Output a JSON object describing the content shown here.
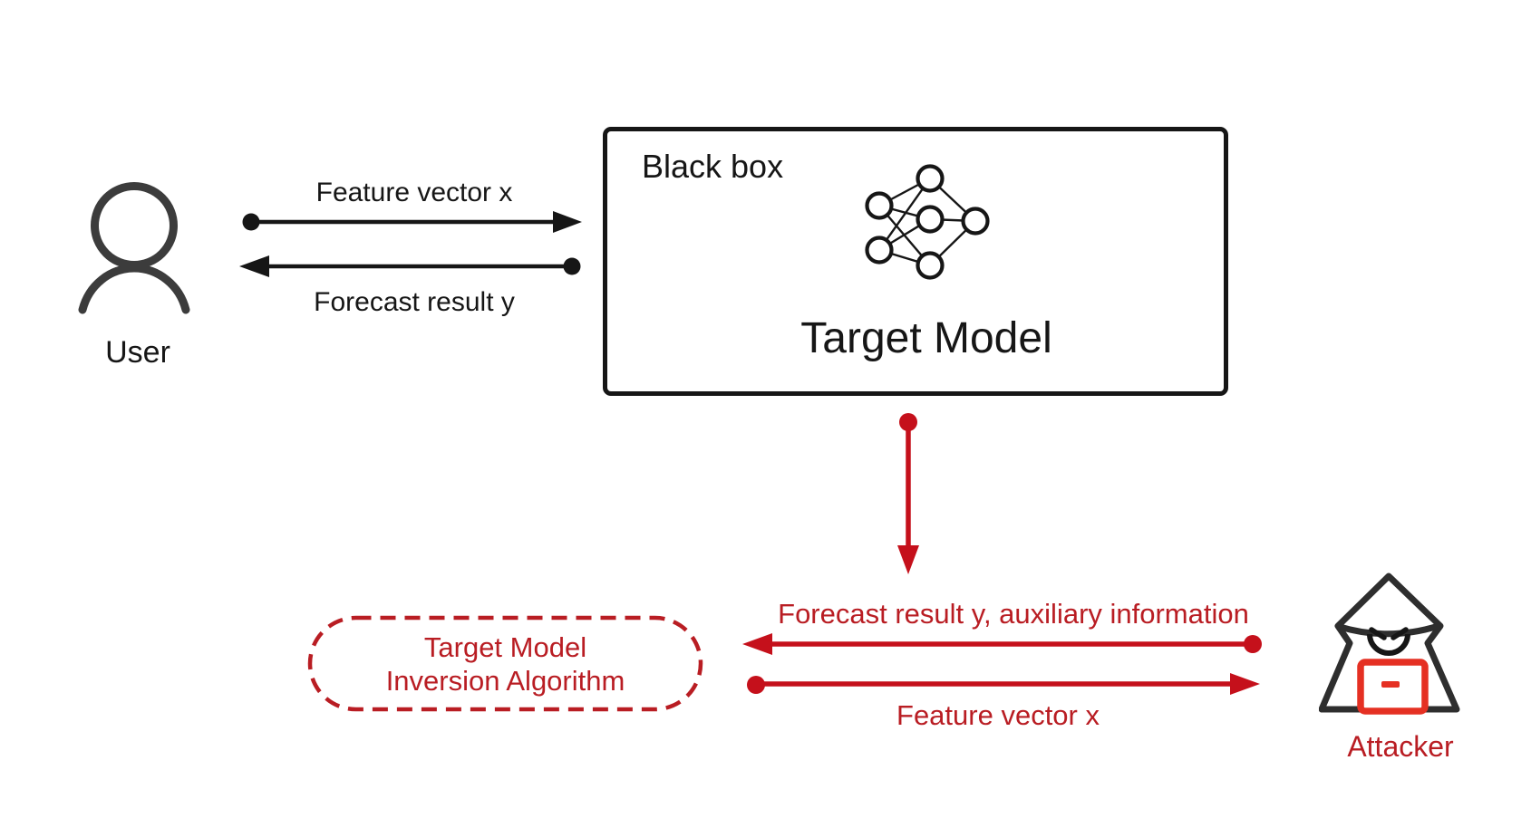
{
  "colors": {
    "ink": "#161616",
    "icon-stroke": "#3c3c3c",
    "attacker-stroke": "#2e2e2e",
    "red-text": "#b91d23",
    "red-arrow": "#c5101b",
    "red-laptop": "#e53023"
  },
  "user": {
    "label": "User",
    "icon": "user-icon"
  },
  "user_exchange": {
    "request_label": "Feature vector x",
    "response_label": "Forecast result y"
  },
  "black_box": {
    "tag": "Black box",
    "title": "Target Model",
    "icon": "neural-network-icon"
  },
  "inversion_box": {
    "line1": "Target Model",
    "line2": "Inversion Algorithm"
  },
  "attacker_exchange": {
    "leak_label": "Forecast result y, auxiliary information",
    "query_label": "Feature vector x"
  },
  "attacker": {
    "label": "Attacker",
    "icon": "attacker-icon"
  }
}
